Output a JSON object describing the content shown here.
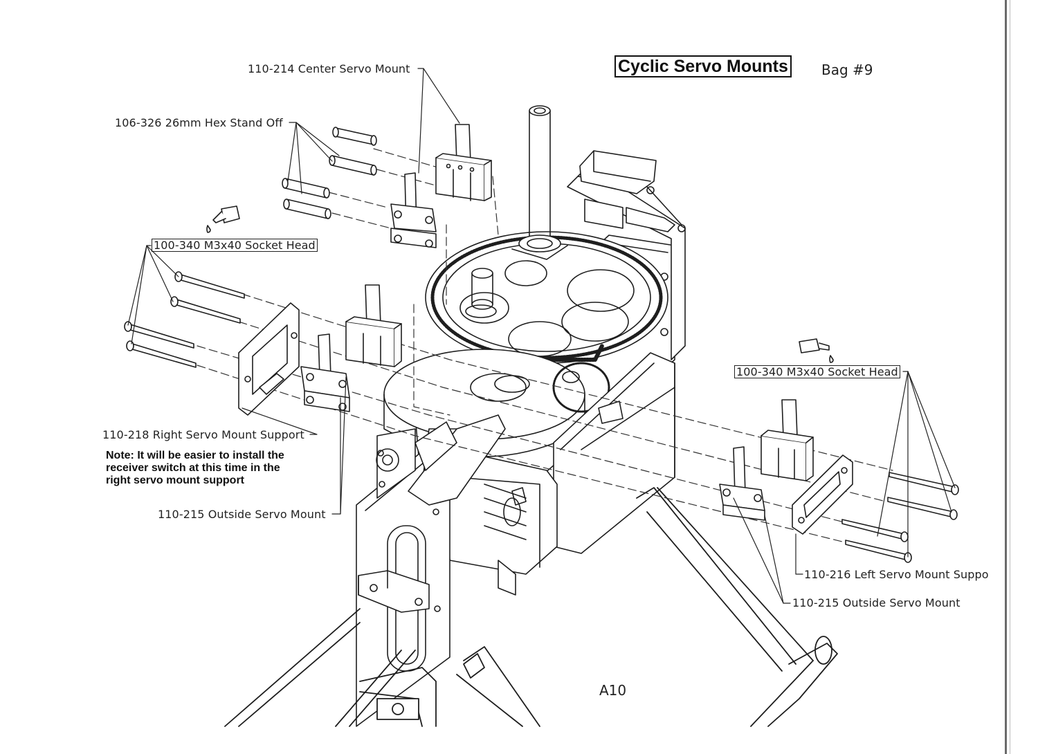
{
  "title": "Cyclic Servo Mounts",
  "bag": "Bag #9",
  "labels": {
    "center_servo_mount": "110-214 Center Servo Mount",
    "hex_standoff": "106-326 26mm Hex Stand Off",
    "socket_head_left": "100-340 M3x40 Socket Head",
    "socket_head_right": "100-340 M3x40 Socket Head",
    "right_servo_mount_support": "110-218 Right Servo Mount Support",
    "outside_servo_mount_left": "110-215 Outside Servo Mount",
    "left_servo_mount_support": "110-216 Left Servo Mount Suppo",
    "outside_servo_mount_right": "110-215 Outside Servo Mount"
  },
  "note": {
    "line1": "Note: It will be easier to install the",
    "line2": "receiver switch at this time in the",
    "line3": "right servo mount support"
  },
  "page_number": "A10"
}
